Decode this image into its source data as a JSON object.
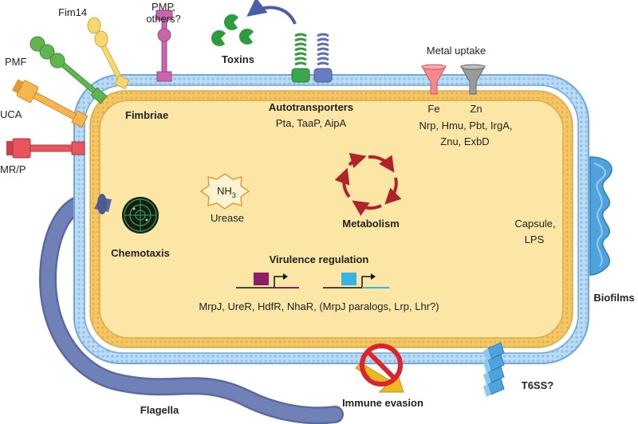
{
  "labels": {
    "pmp": "PMP,",
    "pmp_others": "others?",
    "fim14": "Fim14",
    "pmf": "PMF",
    "uca": "UCA",
    "mrp_fim": "MR/P",
    "fimbriae": "Fimbriae",
    "toxins": "Toxins",
    "autotransporters": "Autotransporters",
    "autotransporter_list": "Pta, TaaP, AipA",
    "metal_uptake": "Metal uptake",
    "fe": "Fe",
    "zn": "Zn",
    "metal_list_1": "Nrp, Hmu, Pbt, IrgA,",
    "metal_list_2": "Znu, ExbD",
    "nh3_base": "NH",
    "nh3_sub": "3",
    "urease": "Urease",
    "metabolism": "Metabolism",
    "chemotaxis": "Chemotaxis",
    "capsule": "Capsule,",
    "lps": "LPS",
    "virulence_regulation": "Virulence regulation",
    "regulators": "MrpJ, UreR, HdfR, NhaR, (MrpJ paralogs, Lrp, Lhr?)",
    "biofilms": "Biofilms",
    "t6ss": "T6SS?",
    "flagella": "Flagella",
    "immune_evasion": "Immune evasion"
  },
  "colors": {
    "cytoplasm": "#fbe6a6",
    "inner_membrane": "#f2c766",
    "outer_membrane": "#bcdcf5",
    "membrane_edge": "#6fa7d9",
    "flagella": "#6d7fb4",
    "pmf": "#5fb64f",
    "fim14": "#f6d86e",
    "uca": "#f7b54d",
    "mrp": "#e8555f",
    "pmp": "#c965aa",
    "toxin": "#2e9b3c",
    "autotransporter_green": "#2e9b3c",
    "autotransporter_blue": "#5d70b4",
    "fe_funnel": "#f3888f",
    "zn_funnel": "#9a9a9a",
    "metabolism_arrows": "#b1232b",
    "promoter_1": "#8c1e64",
    "promoter_2": "#3bb2e6",
    "biofilm": "#4fa3dc",
    "no_sign": "#d9262c",
    "immune_arrow": "#f1b81e"
  }
}
